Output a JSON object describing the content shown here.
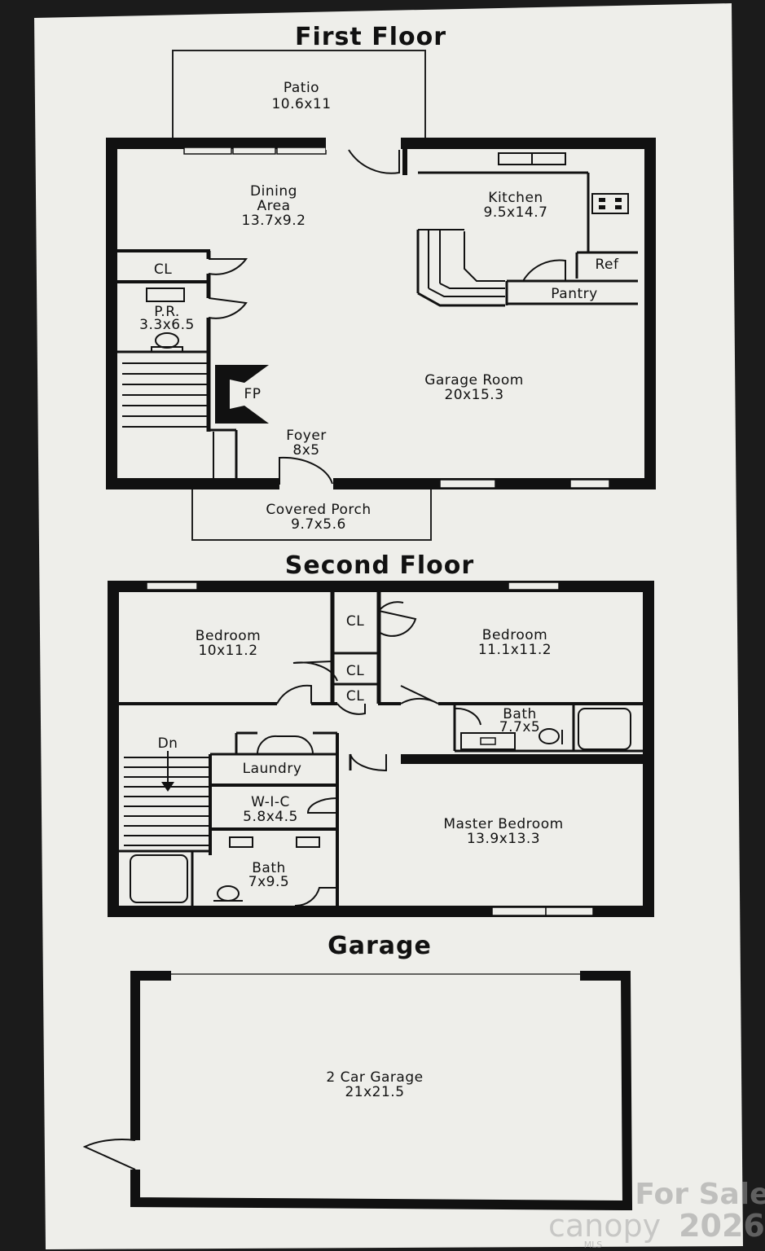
{
  "first_floor": {
    "title": "First Floor",
    "patio": {
      "name": "Patio",
      "size": "10.6x11"
    },
    "dining": {
      "name1": "Dining",
      "name2": "Area",
      "size": "13.7x9.2"
    },
    "kitchen": {
      "name": "Kitchen",
      "size": "9.5x14.7"
    },
    "ref": "Ref",
    "pantry": "Pantry",
    "closet": "CL",
    "powder_room": {
      "name": "P.R.",
      "size": "3.3x6.5"
    },
    "fireplace": "FP",
    "great_room": {
      "name": "Garage Room",
      "size": "20x15.3"
    },
    "foyer": {
      "name": "Foyer",
      "size": "8x5"
    },
    "porch": {
      "name": "Covered Porch",
      "size": "9.7x5.6"
    }
  },
  "second_floor": {
    "title": "Second Floor",
    "bedroom_left": {
      "name": "Bedroom",
      "size": "10x11.2"
    },
    "bedroom_right": {
      "name": "Bedroom",
      "size": "11.1x11.2"
    },
    "closet": "CL",
    "bath_hall": {
      "name": "Bath",
      "size": "7.7x5"
    },
    "stairs": "Dn",
    "laundry": "Laundry",
    "wic": {
      "name": "W-I-C",
      "size": "5.8x4.5"
    },
    "master": {
      "name": "Master Bedroom",
      "size": "13.9x13.3"
    },
    "bath_master": {
      "name": "Bath",
      "size": "7x9.5"
    }
  },
  "garage": {
    "title": "Garage",
    "name": "2 Car Garage",
    "size": "21x21.5"
  },
  "watermark": {
    "status": "For Sale",
    "brand": "canopy",
    "year": "2026",
    "sub": "MLS"
  },
  "colors": {
    "paper": "#eeeeea",
    "wall": "#111111",
    "frame": "#1b1b1b"
  }
}
